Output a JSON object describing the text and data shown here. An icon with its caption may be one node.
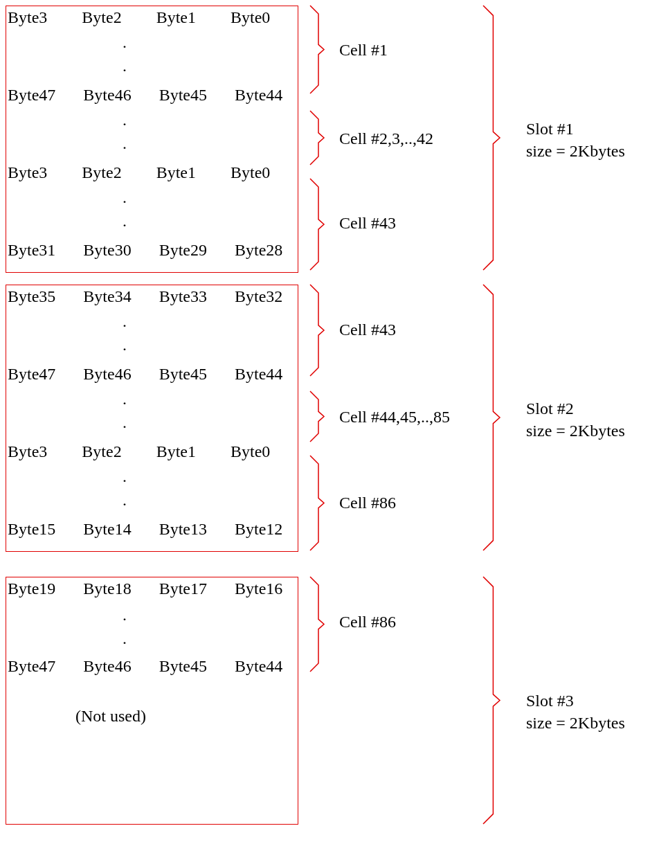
{
  "diagram": {
    "nodes": [
      {
        "text": [
          "Byte3 Byte2 Byte1 Byte0",
          ".",
          ".",
          "Byte47 Byte46 Byte45 Byte44",
          ".",
          ".",
          "Byte3 Byte2 Byte1 Byte0",
          ".",
          ".",
          "Byte31 Byte30 Byte29 Byte28"
        ]
      },
      {
        "text": [
          "Byte35 Byte34 Byte33 Byte32",
          ".",
          ".",
          "Byte47 Byte46 Byte45 Byte44",
          ".",
          ".",
          "Byte3 Byte2 Byte1 Byte0",
          ".",
          ".",
          "Byte15 Byte14 Byte13 Byte12"
        ]
      },
      {
        "text": [
          "Byte19 Byte18 Byte17 Byte16",
          ".",
          ".",
          "Byte47 Byte46 Byte45 Byte44",
          "(Not used)"
        ]
      }
    ],
    "labels": [
      "Cell #1",
      "Cell #2,3,..,42",
      "Cell #43",
      "Slot #1",
      "size = 2Kbytes",
      "Cell #43",
      "Cell #44,45,..,85",
      "Cell #86",
      "Slot #2",
      "size = 2Kbytes",
      "Cell #86",
      "Slot #3",
      "size = 2Kbytes"
    ]
  }
}
